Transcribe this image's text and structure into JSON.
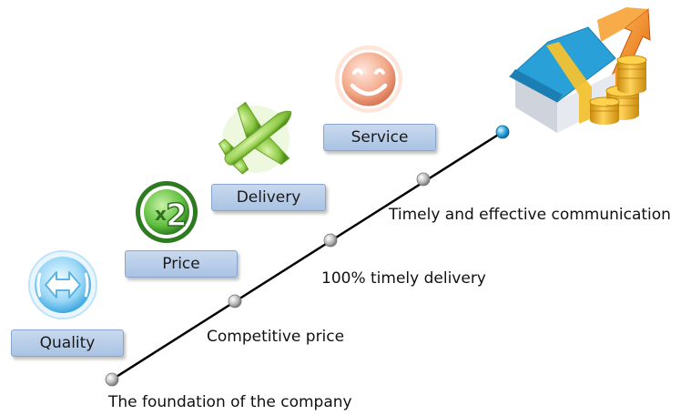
{
  "steps": [
    {
      "label": "Quality",
      "icon": "quality-arrows-icon",
      "caption": "The foundation of the company"
    },
    {
      "label": "Price",
      "icon": "x2-badge-icon",
      "caption": "Competitive price"
    },
    {
      "label": "Delivery",
      "icon": "airplane-icon",
      "caption": "100% timely delivery"
    },
    {
      "label": "Service",
      "icon": "smiley-face-icon",
      "caption": "Timely and effective communication"
    }
  ],
  "goal_icon": "house-with-coins-and-arrow-icon",
  "colors": {
    "label_fill": "#b4cbe8",
    "line": "#000000",
    "quality_blue": "#5fb7ec",
    "price_green": "#3f9a2e",
    "delivery_green": "#7fbf3a",
    "service_orange": "#e58a6a",
    "roof_blue": "#2a9fd6",
    "coin_gold": "#f2b51c",
    "arrow_orange": "#f08a1c"
  }
}
